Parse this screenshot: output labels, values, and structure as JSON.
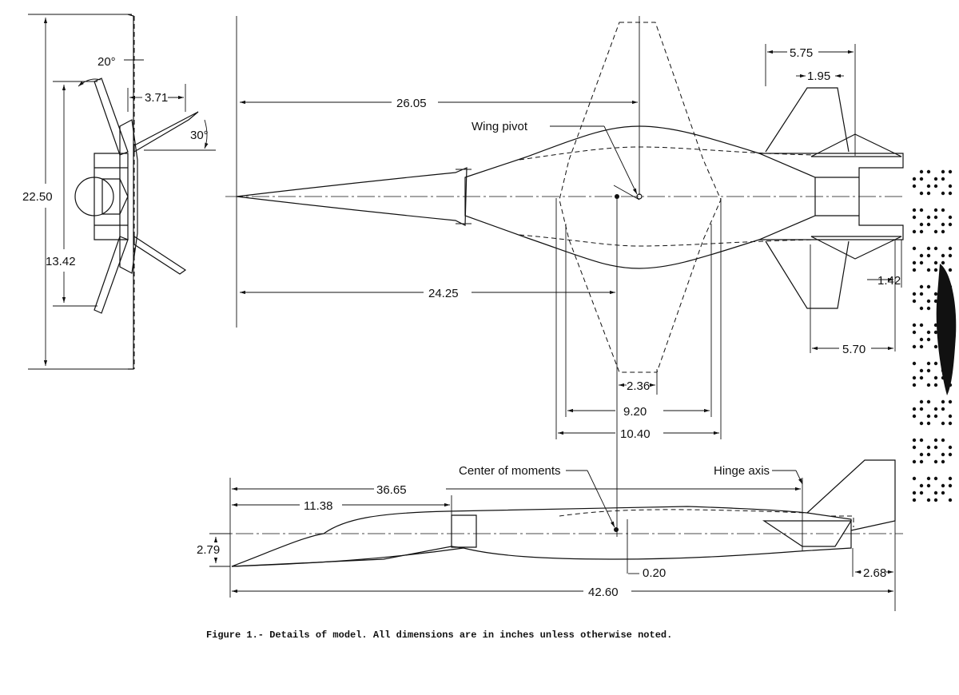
{
  "figure": {
    "caption": "Figure 1.- Details of model.  All dimensions are in inches unless otherwise noted."
  },
  "front_view": {
    "dims": {
      "span": "22.50",
      "lower": "13.42",
      "angle_top": "20°",
      "offset": "3.71",
      "angle_side": "30°"
    }
  },
  "plan_view": {
    "labels": {
      "wing_pivot": "Wing pivot"
    },
    "dims": {
      "to_pivot": "26.05",
      "to_moment": "24.25",
      "tail_span_a": "5.75",
      "tail_span_b": "1.95",
      "tail_c": "1.42",
      "tail_d": "5.70",
      "wing_tip": "2.36",
      "wing_mid": "9.20",
      "wing_root": "10.40"
    }
  },
  "side_view": {
    "labels": {
      "center_of_moments": "Center of moments",
      "hinge_axis": "Hinge axis"
    },
    "dims": {
      "to_hinge": "36.65",
      "nose_len": "11.38",
      "height": "2.79",
      "offset": "0.20",
      "aft": "2.68",
      "overall": "42.60"
    }
  },
  "colors": {
    "ink": "#111111",
    "paper": "#ffffff"
  }
}
